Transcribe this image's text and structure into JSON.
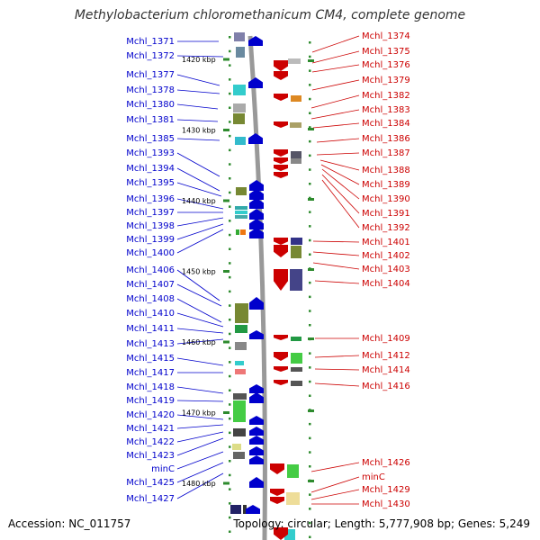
{
  "title": "Methylobacterium chloromethanicum CM4, complete genome",
  "footer": {
    "accession": "Accession: NC_011757",
    "topology": "Topology: circular; Length: 5,777,908 bp; Genes: 5,249"
  },
  "colors": {
    "forward": "#0000cc",
    "reverse": "#cc0000",
    "backbone": "#999999",
    "tick": "#2e8b2e"
  },
  "scale_labels": [
    {
      "text": "1420 kbp",
      "pos": 1420
    },
    {
      "text": "1430 kbp",
      "pos": 1430
    },
    {
      "text": "1440 kbp",
      "pos": 1440
    },
    {
      "text": "1450 kbp",
      "pos": 1450
    },
    {
      "text": "1460 kbp",
      "pos": 1460
    },
    {
      "text": "1470 kbp",
      "pos": 1470
    },
    {
      "text": "1480 kbp",
      "pos": 1480
    }
  ],
  "left_genes": [
    {
      "label": "Mchl_1371"
    },
    {
      "label": "Mchl_1372"
    },
    {
      "label": "Mchl_1377"
    },
    {
      "label": "Mchl_1378"
    },
    {
      "label": "Mchl_1380"
    },
    {
      "label": "Mchl_1381"
    },
    {
      "label": "Mchl_1385"
    },
    {
      "label": "Mchl_1393"
    },
    {
      "label": "Mchl_1394"
    },
    {
      "label": "Mchl_1395"
    },
    {
      "label": "Mchl_1396"
    },
    {
      "label": "Mchl_1397"
    },
    {
      "label": "Mchl_1398"
    },
    {
      "label": "Mchl_1399"
    },
    {
      "label": "Mchl_1400"
    },
    {
      "label": "Mchl_1406"
    },
    {
      "label": "Mchl_1407"
    },
    {
      "label": "Mchl_1408"
    },
    {
      "label": "Mchl_1410"
    },
    {
      "label": "Mchl_1411"
    },
    {
      "label": "Mchl_1413"
    },
    {
      "label": "Mchl_1415"
    },
    {
      "label": "Mchl_1417"
    },
    {
      "label": "Mchl_1418"
    },
    {
      "label": "Mchl_1419"
    },
    {
      "label": "Mchl_1420"
    },
    {
      "label": "Mchl_1421"
    },
    {
      "label": "Mchl_1422"
    },
    {
      "label": "Mchl_1423"
    },
    {
      "label": "minC"
    },
    {
      "label": "Mchl_1425"
    },
    {
      "label": "Mchl_1427"
    }
  ],
  "right_genes": [
    {
      "label": "Mchl_1374"
    },
    {
      "label": "Mchl_1375"
    },
    {
      "label": "Mchl_1376"
    },
    {
      "label": "Mchl_1379"
    },
    {
      "label": "Mchl_1382"
    },
    {
      "label": "Mchl_1383"
    },
    {
      "label": "Mchl_1384"
    },
    {
      "label": "Mchl_1386"
    },
    {
      "label": "Mchl_1387"
    },
    {
      "label": "Mchl_1388"
    },
    {
      "label": "Mchl_1389"
    },
    {
      "label": "Mchl_1390"
    },
    {
      "label": "Mchl_1391"
    },
    {
      "label": "Mchl_1392"
    },
    {
      "label": "Mchl_1401"
    },
    {
      "label": "Mchl_1402"
    },
    {
      "label": "Mchl_1403"
    },
    {
      "label": "Mchl_1404"
    },
    {
      "label": "Mchl_1409"
    },
    {
      "label": "Mchl_1412"
    },
    {
      "label": "Mchl_1414"
    },
    {
      "label": "Mchl_1416"
    },
    {
      "label": "Mchl_1426"
    },
    {
      "label": "minC"
    },
    {
      "label": "Mchl_1429"
    },
    {
      "label": "Mchl_1430"
    }
  ]
}
